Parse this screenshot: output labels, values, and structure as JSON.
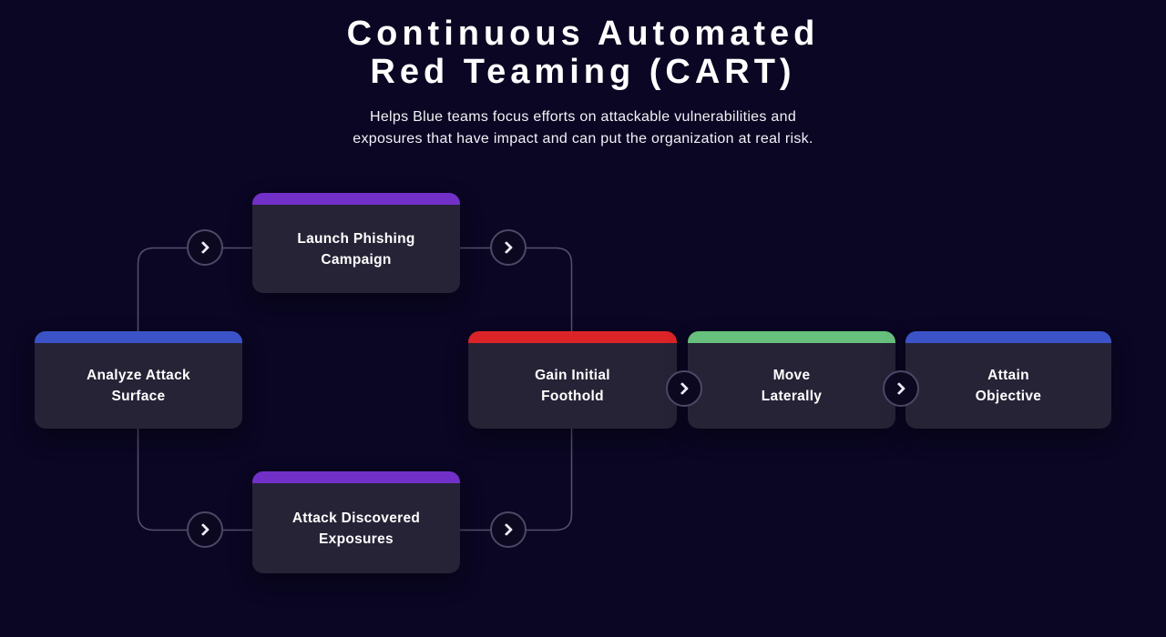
{
  "header": {
    "title_line1": "Continuous Automated",
    "title_line2": "Red Teaming (CART)",
    "subtitle_line1": "Helps Blue teams focus efforts on attackable vulnerabilities and",
    "subtitle_line2": "exposures that have impact and can put the organization at real risk."
  },
  "colors": {
    "background": "#0a0623",
    "node_body": "#262336",
    "connector": "#55516d",
    "arrow_ring": "#4c4866",
    "accent_blue": "#3b53c6",
    "accent_purple": "#7230c8",
    "accent_red": "#dc2428",
    "accent_green": "#67bf7d"
  },
  "nodes": [
    {
      "id": "analyze-attack-surface",
      "line1": "Analyze Attack",
      "line2": "Surface",
      "accent": "#3b53c6"
    },
    {
      "id": "launch-phishing-campaign",
      "line1": "Launch Phishing",
      "line2": "Campaign",
      "accent": "#7230c8"
    },
    {
      "id": "attack-discovered-exposures",
      "line1": "Attack Discovered",
      "line2": "Exposures",
      "accent": "#7230c8"
    },
    {
      "id": "gain-initial-foothold",
      "line1": "Gain Initial",
      "line2": "Foothold",
      "accent": "#dc2428"
    },
    {
      "id": "move-laterally",
      "line1": "Move",
      "line2": "Laterally",
      "accent": "#67bf7d"
    },
    {
      "id": "attain-objective",
      "line1": "Attain",
      "line2": "Objective",
      "accent": "#3b53c6"
    }
  ],
  "icons": {
    "arrow": "chevron-right"
  }
}
